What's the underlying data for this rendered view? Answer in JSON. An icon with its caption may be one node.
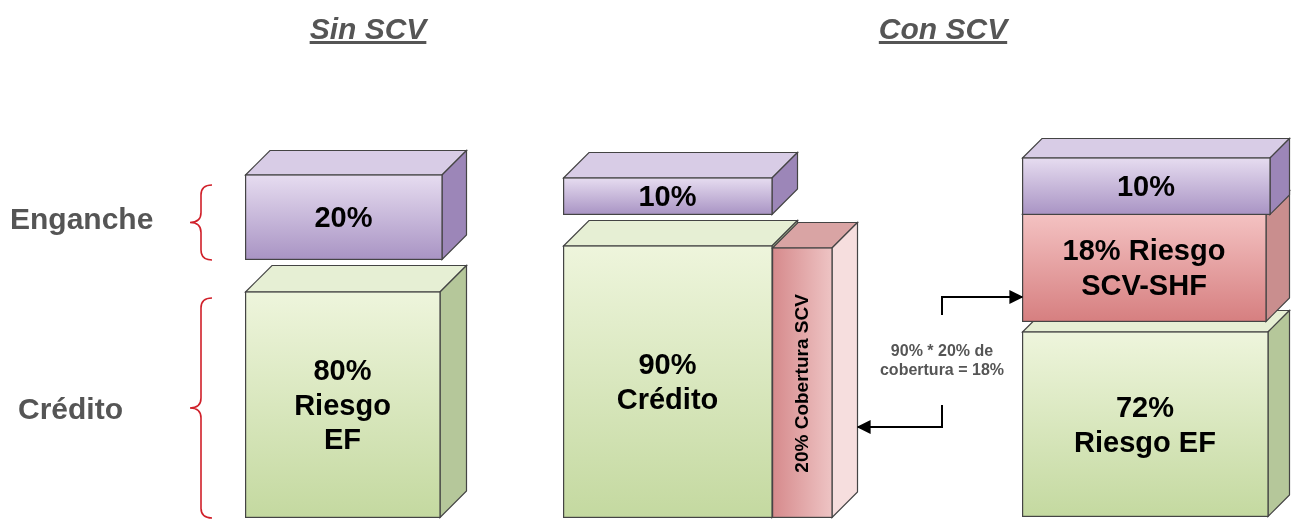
{
  "diagram": {
    "nodes": [
      {
        "text": [
          "20%"
        ]
      },
      {
        "text": [
          "80% Riesgo EF"
        ]
      },
      {
        "text": [
          "10%"
        ]
      },
      {
        "text": [
          "90% Crédito"
        ]
      },
      {
        "text": [
          "20% Cobertura SCV"
        ]
      },
      {
        "text": [
          "90% * 20% de cobertura = 18%"
        ]
      },
      {
        "text": [
          "10%"
        ]
      },
      {
        "text": [
          "18% Riesgo SCV-SHF"
        ]
      },
      {
        "text": [
          "72% Riesgo EF"
        ]
      }
    ],
    "edges": [
      {
        "from": 5,
        "to": 7,
        "arrow": "to"
      },
      {
        "from": 5,
        "to": 4,
        "arrow": "to"
      }
    ],
    "labels": [
      "Sin SCV",
      "Con SCV",
      "Enganche",
      "Crédito"
    ]
  }
}
